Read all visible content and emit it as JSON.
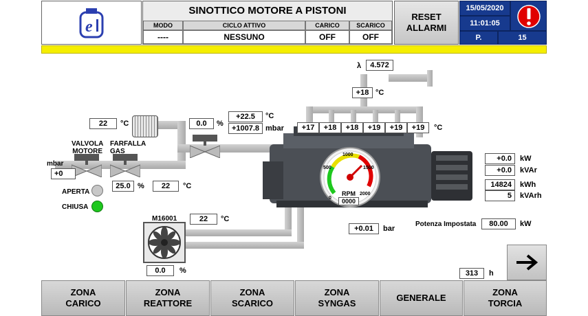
{
  "header": {
    "title": "SINOTTICO MOTORE A PISTONI",
    "columns": [
      {
        "head": "MODO",
        "value": "----"
      },
      {
        "head": "CICLO ATTIVO",
        "value": "NESSUNO"
      },
      {
        "head": "CARICO",
        "value": "OFF"
      },
      {
        "head": "SCARICO",
        "value": "OFF"
      }
    ],
    "reset_label": "RESET\nALLARMI",
    "date": "15/05/2020",
    "time": "11:01:05",
    "page_label": "P.",
    "page_number": "15",
    "alarm_icon": "exclamation-icon"
  },
  "colors": {
    "header_blue": "#173a8e",
    "alarm_red": "#e00000",
    "yellow_bar": "#f5ee00",
    "valve_open": "#c8c8c8",
    "valve_closed": "#1ec81e"
  },
  "exhaust": {
    "lambda_label": "λ",
    "lambda_value": "4.572",
    "temp_top": "+18",
    "temp_unit": "°C",
    "cylinders": [
      "+17",
      "+18",
      "+18",
      "+19",
      "+19",
      "+19"
    ],
    "cyl_unit": "°C"
  },
  "intake": {
    "temp_before_cooler": "22",
    "temp_before_cooler_unit": "°C",
    "throttle_percent": "0.0",
    "throttle_unit": "%",
    "temp_manifold": "+22.5",
    "temp_manifold_unit": "°C",
    "pressure_manifold": "+1007.8",
    "pressure_manifold_unit": "mbar",
    "valvola_label": "VALVOLA\nMOTORE",
    "farfalla_label": "FARFALLA\nGAS",
    "mbar_label": "mbar",
    "gas_pressure": "+0",
    "farfalla_percent": "25.0",
    "farfalla_unit": "%",
    "gas_temp": "22",
    "gas_temp_unit": "°C",
    "aperta_label": "APERTA",
    "chiusa_label": "CHIUSA"
  },
  "gauge": {
    "label": "RPM",
    "value": "0000",
    "ticks": [
      "0",
      "500",
      "1000",
      "1500",
      "2000"
    ]
  },
  "oil_pressure": {
    "value": "+0.01",
    "unit": "bar"
  },
  "cooler": {
    "label": "M16001",
    "temp": "22",
    "temp_unit": "°C",
    "fan_percent": "0.0",
    "fan_unit": "%"
  },
  "generator": {
    "rows": [
      {
        "value": "+0.0",
        "unit": "kW"
      },
      {
        "value": "+0.0",
        "unit": "kVAr"
      },
      {
        "value": "14824",
        "unit": "kWh"
      },
      {
        "value": "5",
        "unit": "kVArh"
      }
    ],
    "setpoint_label": "Potenza Impostata",
    "setpoint_value": "80.00",
    "setpoint_unit": "kW"
  },
  "hours": {
    "value": "313",
    "unit": "h"
  },
  "next_icon": "arrow-right-icon",
  "nav": [
    {
      "label": "ZONA\nCARICO"
    },
    {
      "label": "ZONA\nREATTORE"
    },
    {
      "label": "ZONA\nSCARICO"
    },
    {
      "label": "ZONA\nSYNGAS"
    },
    {
      "label": "GENERALE"
    },
    {
      "label": "ZONA\nTORCIA"
    }
  ]
}
